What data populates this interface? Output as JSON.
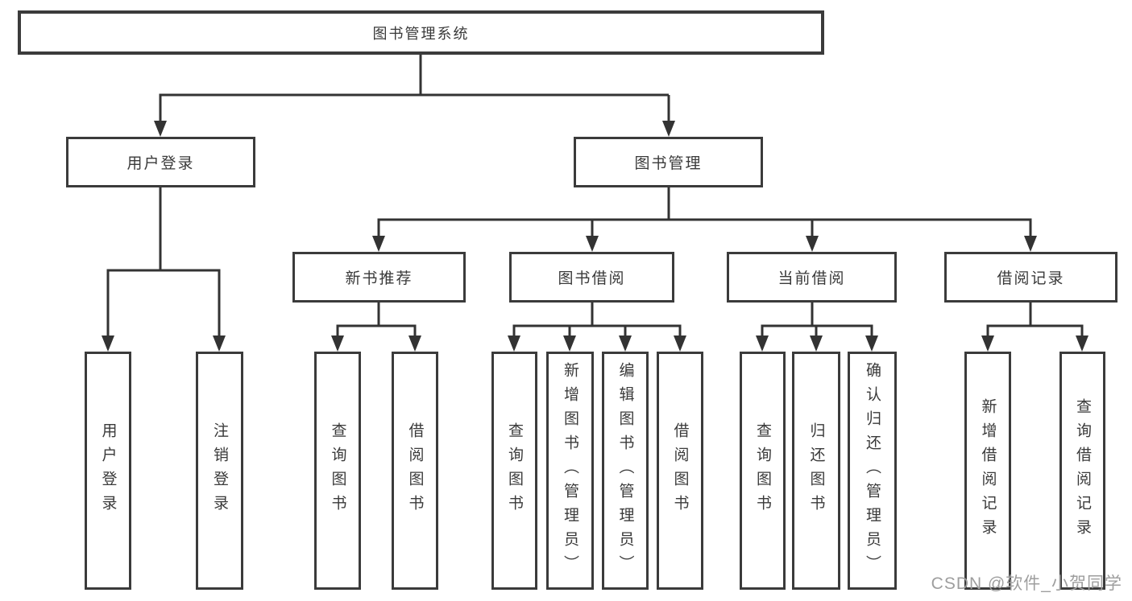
{
  "diagram_type": "hierarchy-tree",
  "tree": {
    "label": "图书管理系统",
    "children": [
      {
        "label": "用户登录",
        "children": [
          {
            "label": "用户登录"
          },
          {
            "label": "注销登录"
          }
        ]
      },
      {
        "label": "图书管理",
        "children": [
          {
            "label": "新书推荐",
            "children": [
              {
                "label": "查询图书"
              },
              {
                "label": "借阅图书"
              }
            ]
          },
          {
            "label": "图书借阅",
            "children": [
              {
                "label": "查询图书"
              },
              {
                "label": "新增图书（管理员）"
              },
              {
                "label": "编辑图书（管理员）"
              },
              {
                "label": "借阅图书"
              }
            ]
          },
          {
            "label": "当前借阅",
            "children": [
              {
                "label": "查询图书"
              },
              {
                "label": "归还图书"
              },
              {
                "label": "确认归还（管理员）"
              }
            ]
          },
          {
            "label": "借阅记录",
            "children": [
              {
                "label": "新增借阅记录"
              },
              {
                "label": "查询借阅记录"
              }
            ]
          }
        ]
      }
    ]
  },
  "watermark": {
    "text": "CSDN @软件_小贺同学"
  },
  "colors": {
    "line": "#333333",
    "border": "#3b3b3b",
    "text": "#3a3a3a",
    "watermark": "#9e9e9e",
    "background": "#ffffff"
  }
}
